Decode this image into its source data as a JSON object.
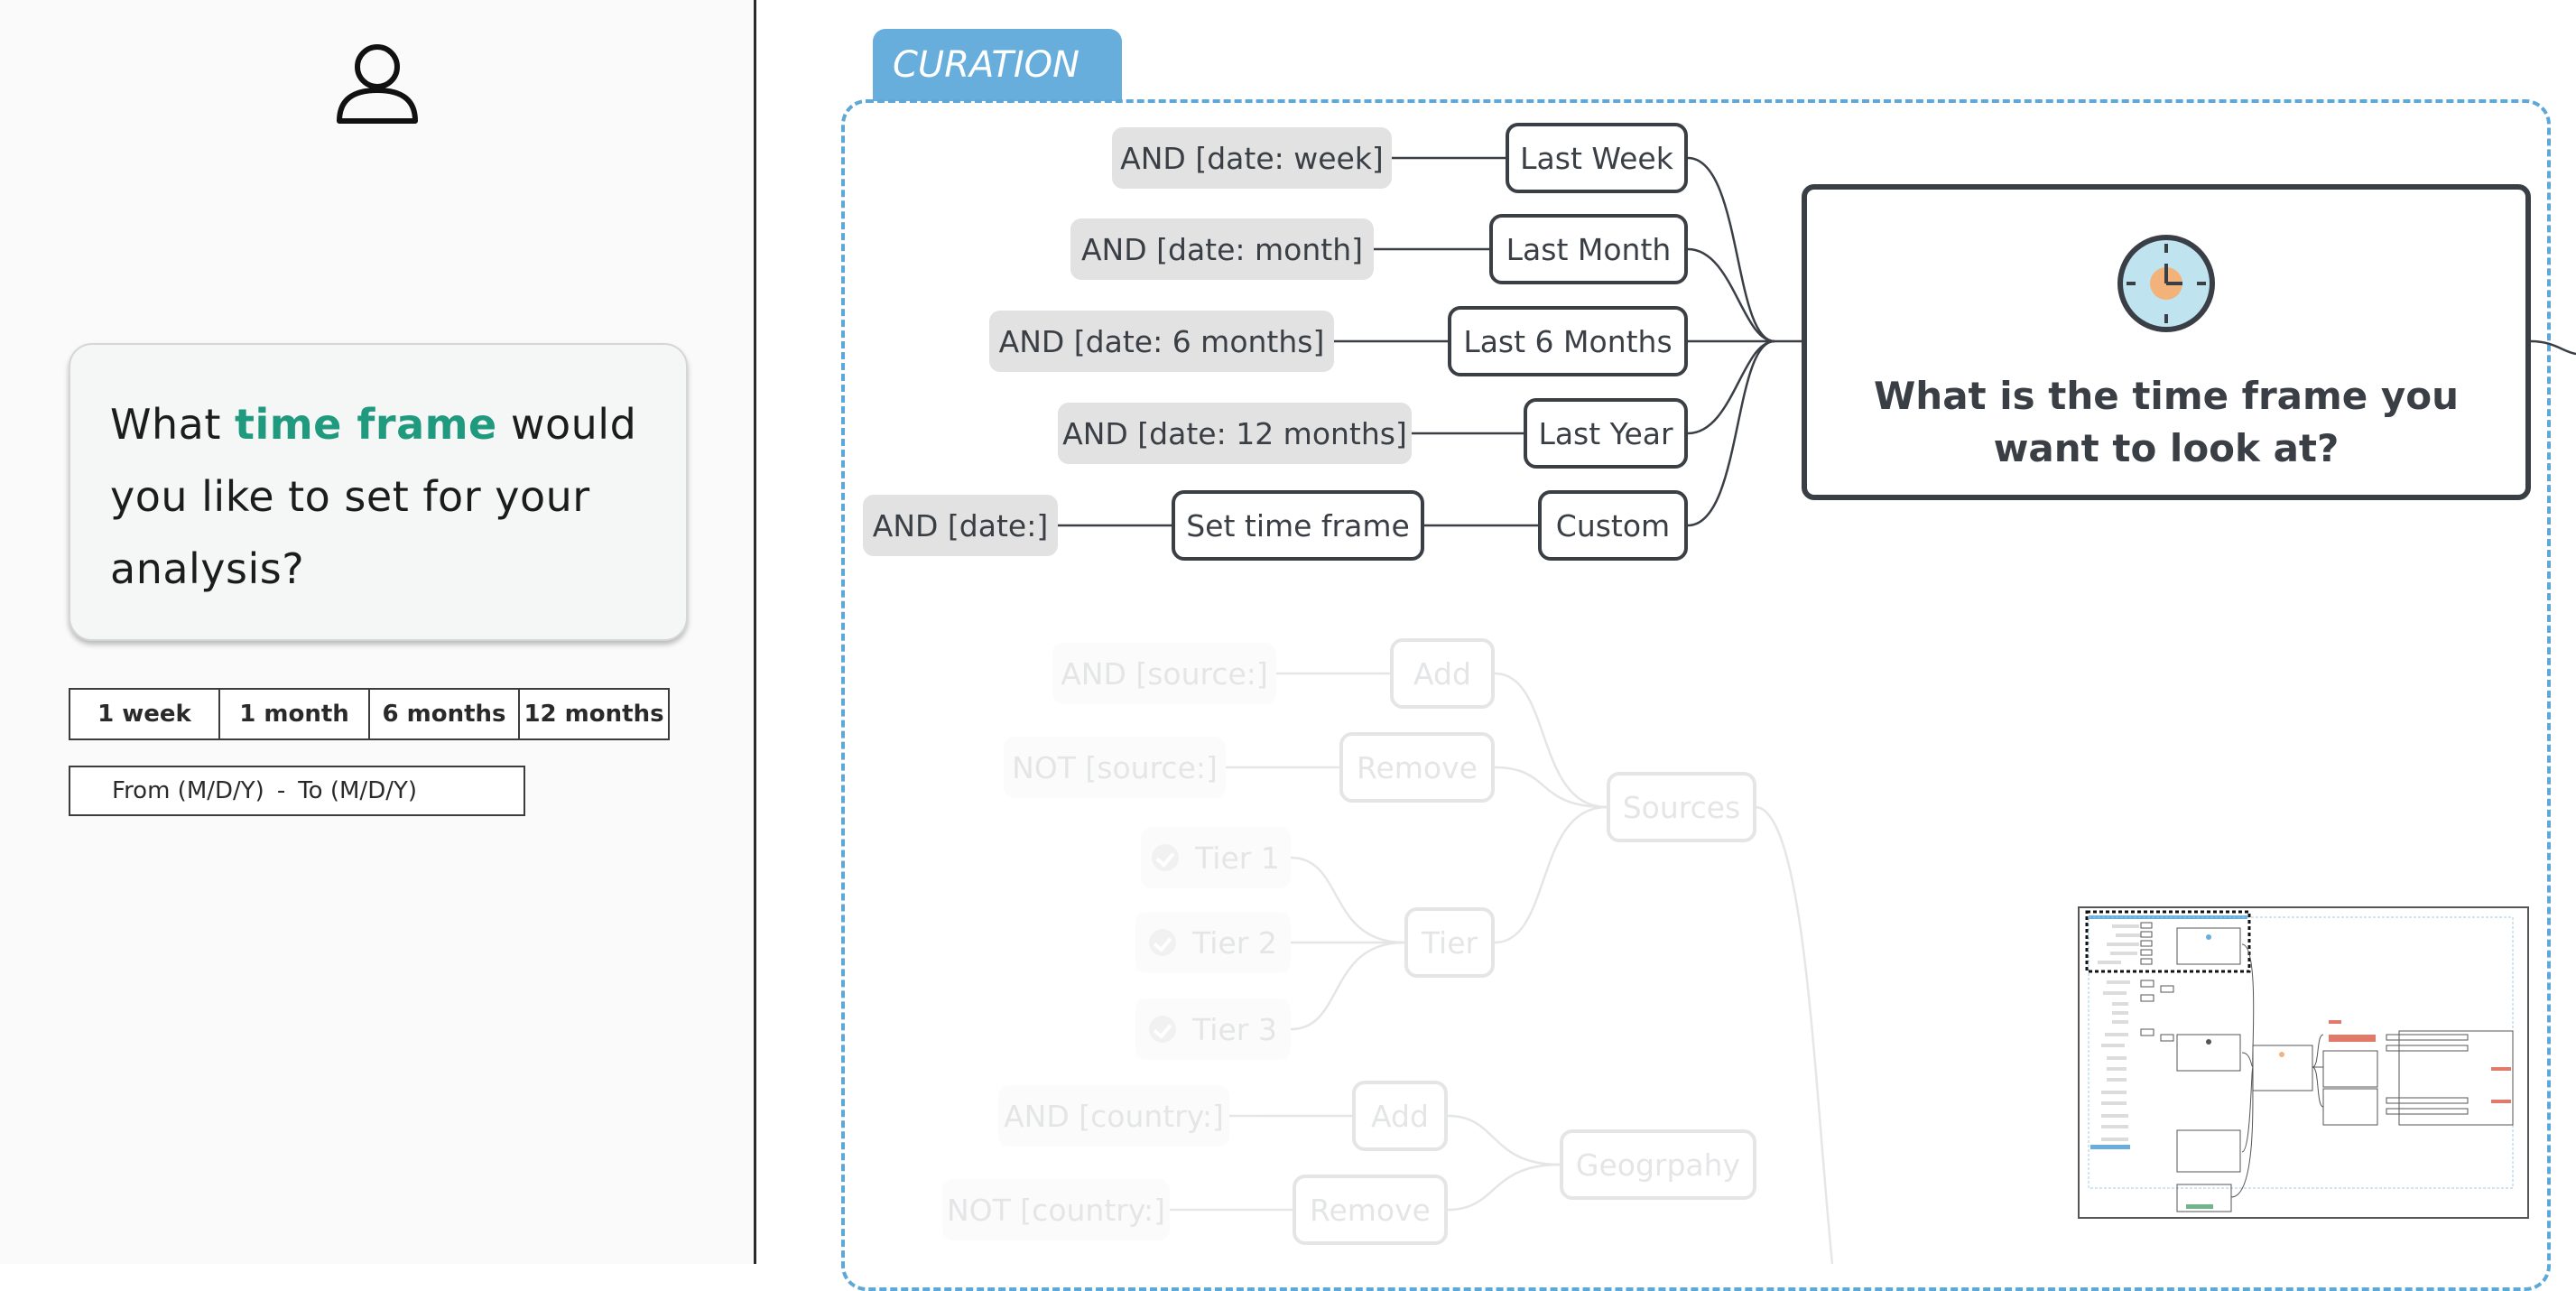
{
  "prompt": {
    "question_before": "What ",
    "question_highlight": "time frame",
    "question_after": " would you like to set for your analysis?",
    "presets": [
      "1 week",
      "1 month",
      "6 months",
      "12 months"
    ],
    "date_range": {
      "from": "From (M/D/Y)",
      "separator": "-",
      "to": "To (M/D/Y)"
    }
  },
  "canvas": {
    "section_label": "CURATION",
    "main_question": "What is the time frame you want to look at?",
    "time_frame": {
      "options": [
        {
          "query": "AND [date: week]",
          "label": "Last Week"
        },
        {
          "query": "AND [date: month]",
          "label": "Last Month"
        },
        {
          "query": "AND [date: 6 months]",
          "label": "Last 6 Months"
        },
        {
          "query": "AND [date: 12 months]",
          "label": "Last Year"
        },
        {
          "query": "AND [date:]",
          "label": "Custom",
          "middle": "Set time frame"
        }
      ]
    },
    "sources": {
      "label": "Sources",
      "add": {
        "query": "AND [source:]",
        "label": "Add"
      },
      "remove": {
        "query": "NOT [source:]",
        "label": "Remove"
      },
      "tier": {
        "label": "Tier",
        "items": [
          "Tier 1",
          "Tier 2",
          "Tier 3"
        ]
      }
    },
    "geography": {
      "label": "Geogrpahy",
      "add": {
        "query": "AND [country:]",
        "label": "Add"
      },
      "remove": {
        "query": "NOT [country:]",
        "label": "Remove"
      }
    }
  },
  "colors": {
    "accent_highlight": "#1f9a7f",
    "curation_blue": "#68aedc",
    "node_border": "#3a3e45",
    "pill_bg": "#e2e2e2"
  }
}
